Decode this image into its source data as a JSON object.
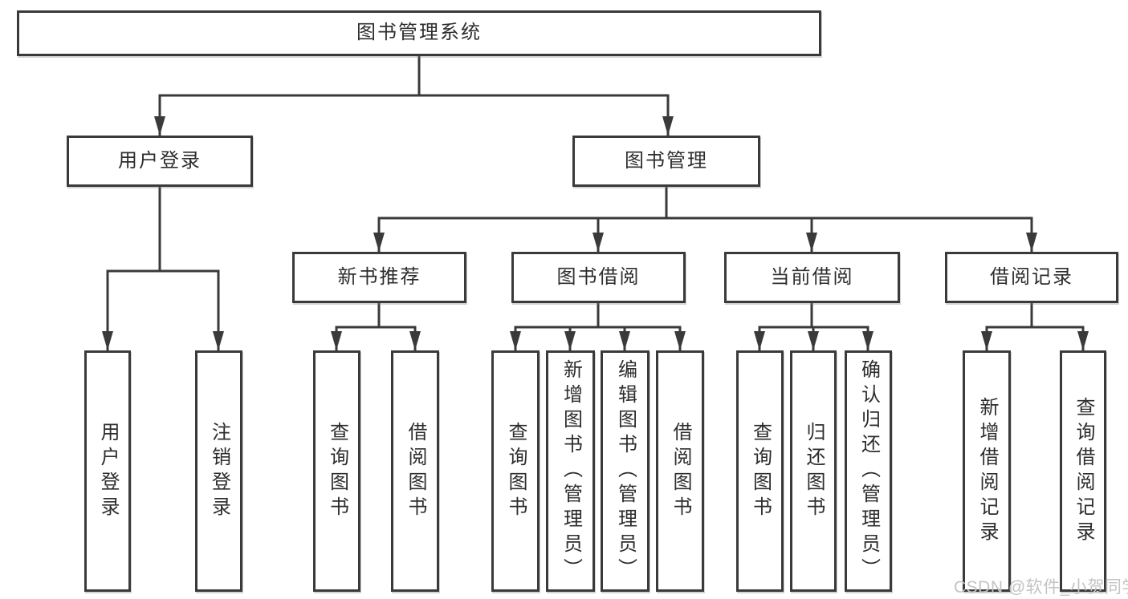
{
  "hierarchy": {
    "root": {
      "label": "图书管理系统",
      "children": [
        {
          "label": "用户登录",
          "children": [
            {
              "label": "用户登录"
            },
            {
              "label": "注销登录"
            }
          ]
        },
        {
          "label": "图书管理",
          "children": [
            {
              "label": "新书推荐",
              "children": [
                {
                  "label": "查询图书"
                },
                {
                  "label": "借阅图书"
                }
              ]
            },
            {
              "label": "图书借阅",
              "children": [
                {
                  "label": "查询图书"
                },
                {
                  "label": "新增图书（管理员）"
                },
                {
                  "label": "编辑图书（管理员）"
                },
                {
                  "label": "借阅图书"
                }
              ]
            },
            {
              "label": "当前借阅",
              "children": [
                {
                  "label": "查询图书"
                },
                {
                  "label": "归还图书"
                },
                {
                  "label": "确认归还（管理员）"
                }
              ]
            },
            {
              "label": "借阅记录",
              "children": [
                {
                  "label": "新增借阅记录"
                },
                {
                  "label": "查询借阅记录"
                }
              ]
            }
          ]
        }
      ]
    }
  },
  "watermark": {
    "text": "CSDN @软件_小贺同学"
  },
  "colors": {
    "background": "#ffffff",
    "line": "#3a3a3a",
    "box_border": "#3a3a3a",
    "text": "#2d2d2d",
    "watermark": "#c3c3c3"
  }
}
